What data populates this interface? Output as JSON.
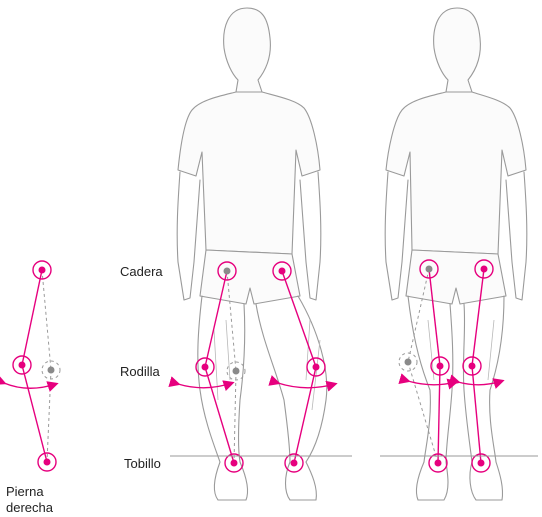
{
  "labels": {
    "cadera": "Cadera",
    "rodilla": "Rodilla",
    "tobillo": "Tobillo",
    "pierna_line1": "Pierna",
    "pierna_line2": "derecha"
  },
  "colors": {
    "accent": "#e6007e",
    "joint_grey": "#8a8a8a",
    "outline": "#9a9a9a"
  }
}
